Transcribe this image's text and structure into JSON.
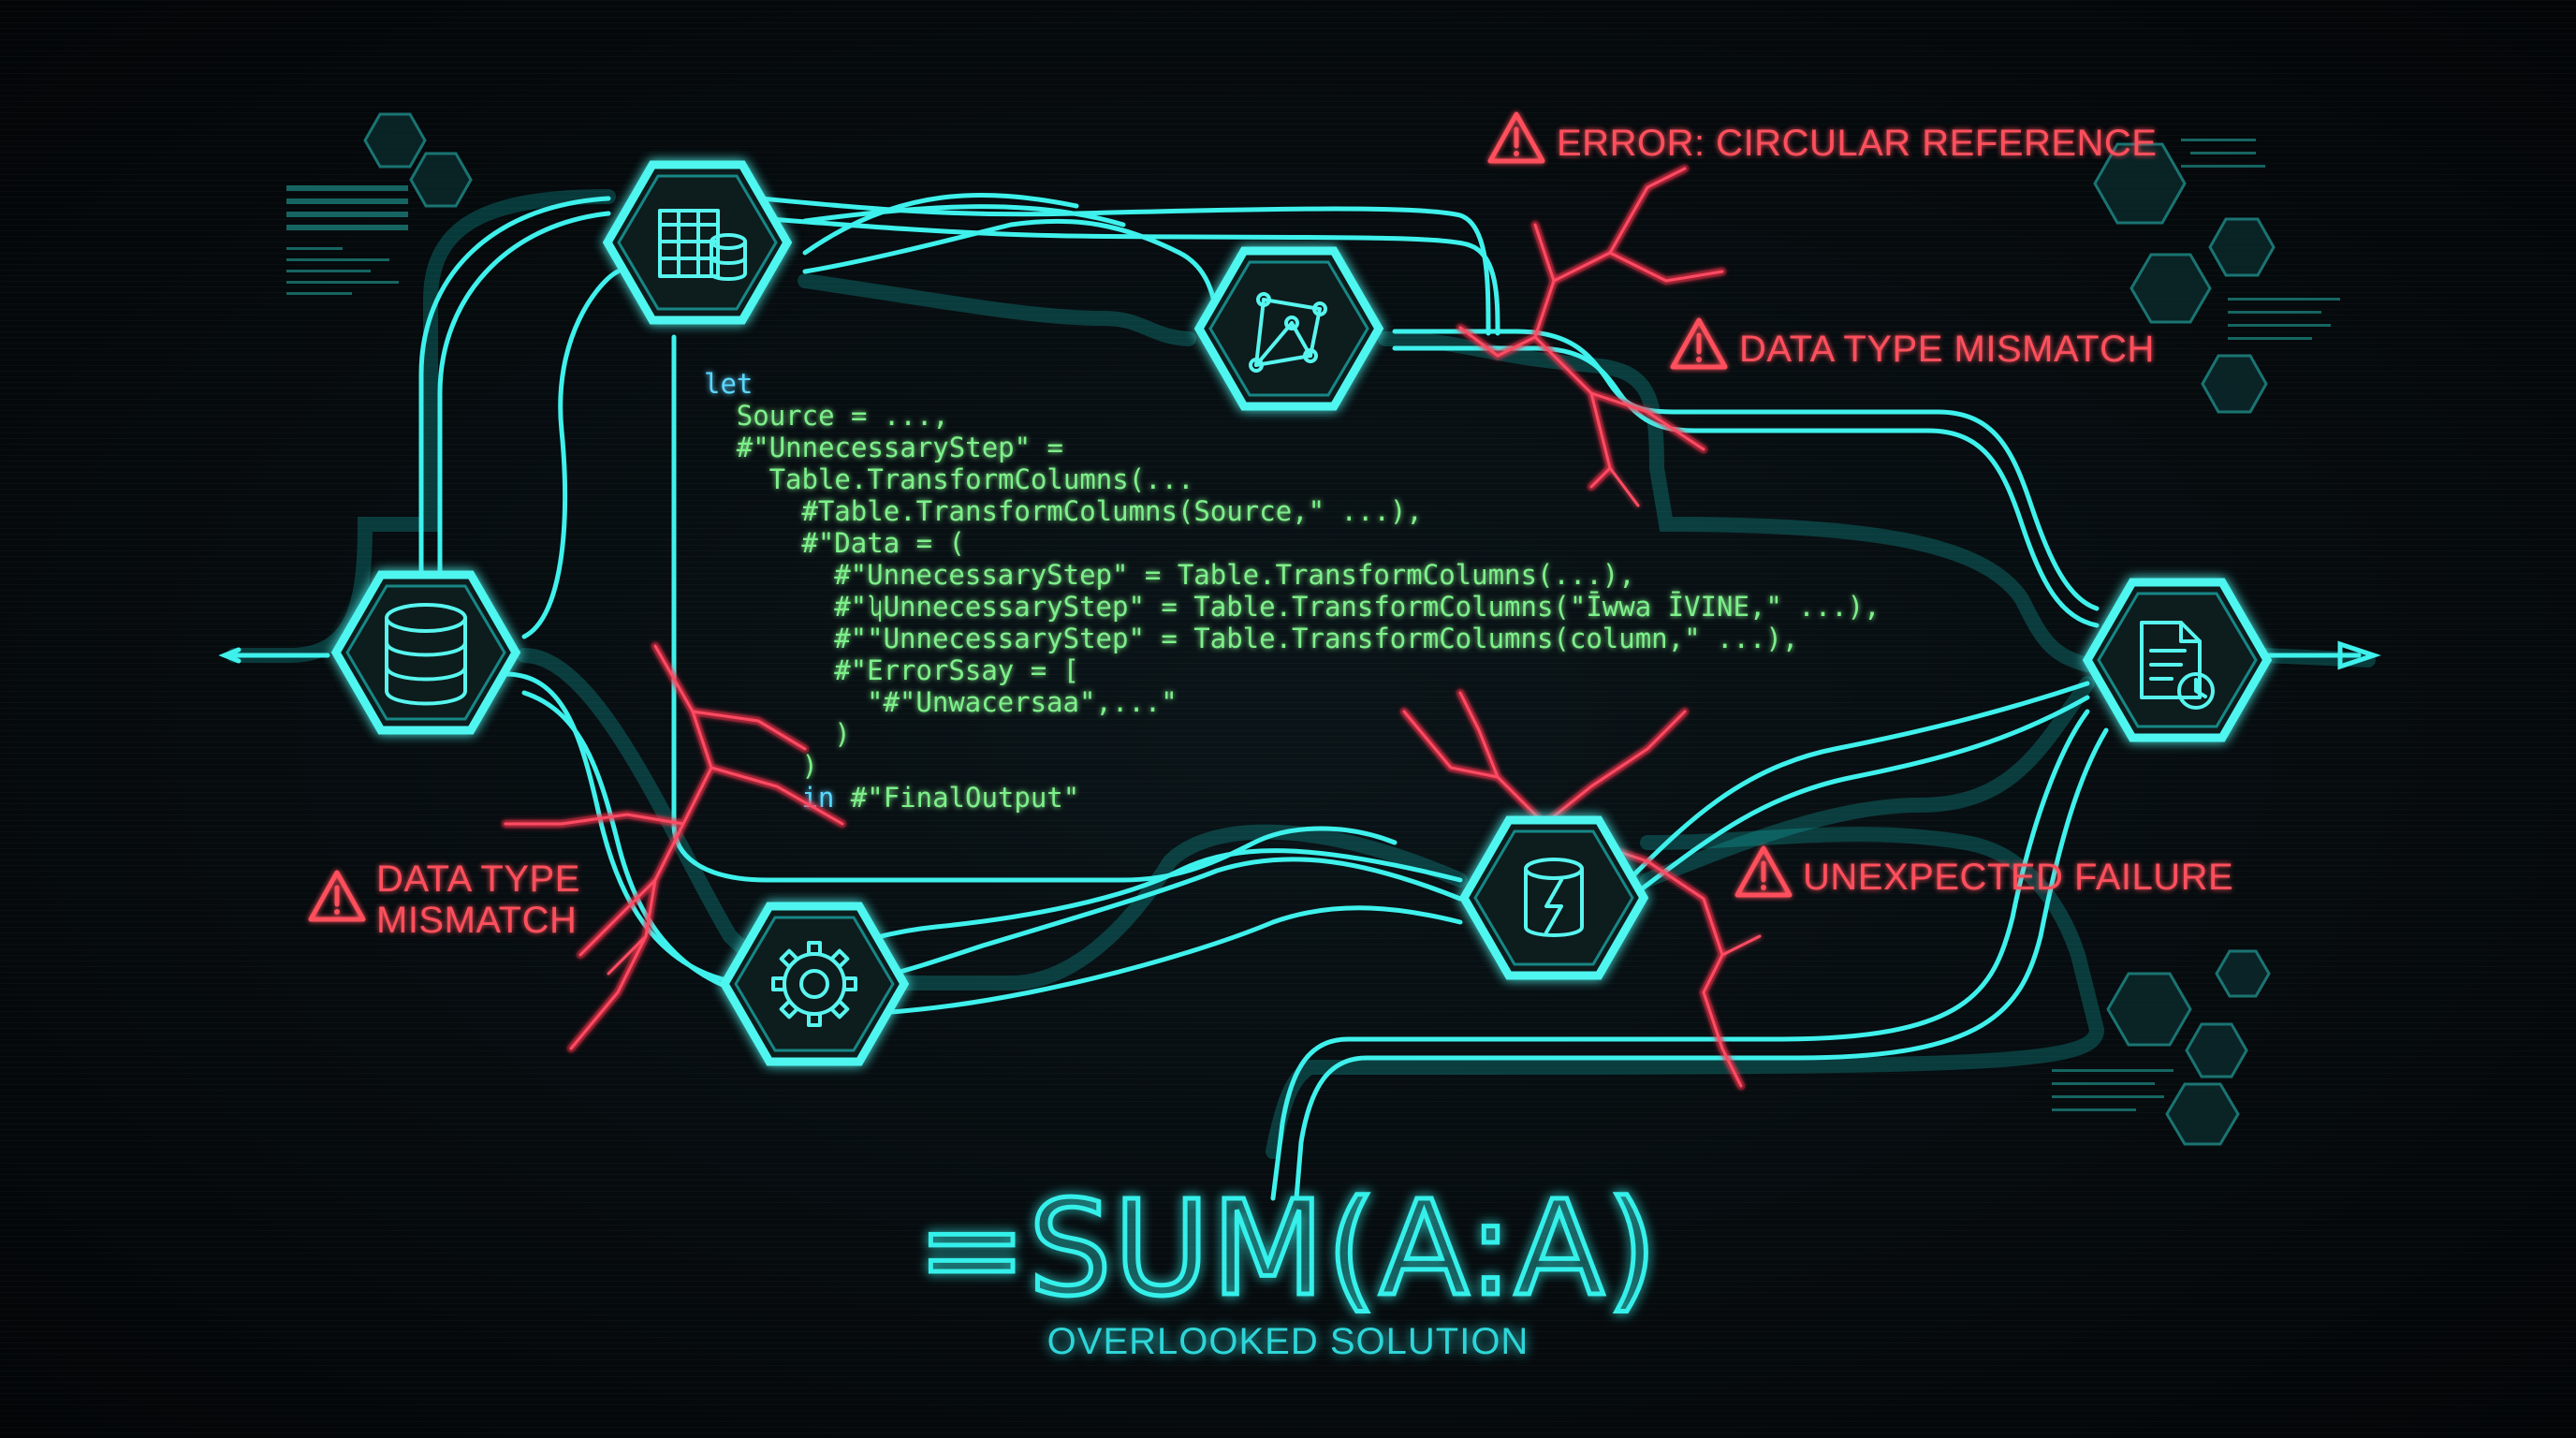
{
  "code_lines": [
    "let",
    "  Source = ...,",
    "  #\"UnnecessaryStep\" =",
    "    Table.TransformColumns(...",
    "      #Table.TransformColumns(Source,\" ...),",
    "      #\"Data = (",
    "        #\"UnnecessaryStep\" = Table.TransformColumns(...),",
    "        #\"ʮUnnecessaryStep\" = Table.TransformColumns(\"Īwwa ĪVINE,\" ...),",
    "        #\"\"UnnecessaryStep\" = Table.TransformColumns(column,\" ...),",
    "        #\"ErrorSsay = [",
    "          \"#\"Unwacersaa\",...\"",
    "        )",
    "      )",
    "      in #\"FinalOutput\""
  ],
  "warnings": {
    "circular": "ERROR: CIRCULAR REFERENCE",
    "mismatch_right": "DATA TYPE MISMATCH",
    "mismatch_left_line1": "DATA TYPE",
    "mismatch_left_line2": "MISMATCH",
    "unexpected": "UNEXPECTED FAILURE"
  },
  "formula": "=SUM(A:A)",
  "caption": "OVERLOOKED SOLUTION",
  "nodes": [
    {
      "id": "table-node",
      "icon": "table-database-icon"
    },
    {
      "id": "graph-node",
      "icon": "network-graph-icon"
    },
    {
      "id": "database-node",
      "icon": "database-icon"
    },
    {
      "id": "gear-node",
      "icon": "gear-icon"
    },
    {
      "id": "error-db-node",
      "icon": "database-error-icon"
    },
    {
      "id": "report-node",
      "icon": "report-clock-icon"
    }
  ],
  "colors": {
    "background": "#05090c",
    "pipe": "#3ff1ec",
    "code": "#7ef08a",
    "error": "#ff4f5c",
    "formula": "#36f0ea"
  }
}
